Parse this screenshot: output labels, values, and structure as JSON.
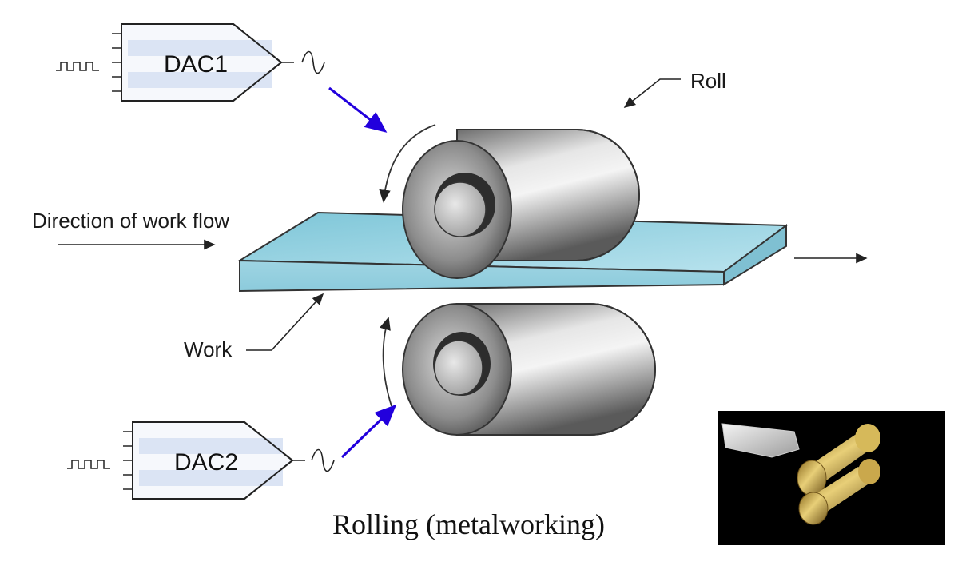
{
  "labels": {
    "roll": "Roll",
    "direction": "Direction of work flow",
    "work": "Work"
  },
  "dac1": {
    "label": "DAC1"
  },
  "dac2": {
    "label": "DAC2"
  },
  "caption": "Rolling (metalworking)",
  "colors": {
    "dac_arrow": "#2200dd",
    "work_piece": "#a8dce8",
    "roll_metal": "#8a8a8a",
    "photo_background": "#000000",
    "brass": "#c8a84a"
  },
  "icons": {
    "pulse_train": "square-wave-icon",
    "analog_out": "sine-wave-icon"
  }
}
